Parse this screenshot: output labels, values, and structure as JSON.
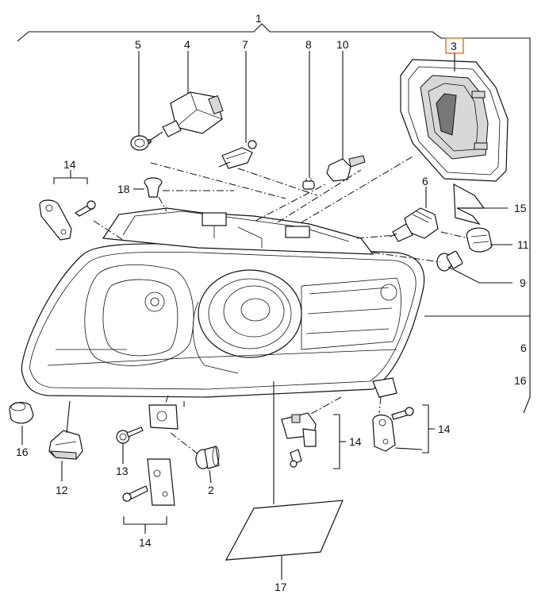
{
  "labels": {
    "l1": "1",
    "l2": "2",
    "l3": "3",
    "l4": "4",
    "l5": "5",
    "l6a": "6",
    "l6b": "6",
    "l7": "7",
    "l8": "8",
    "l9": "9",
    "l10": "10",
    "l11": "11",
    "l12": "12",
    "l13": "13",
    "l14a": "14",
    "l14b": "14",
    "l14c": "14",
    "l14d": "14",
    "l15": "15",
    "l16a": "16",
    "l16b": "16",
    "l17": "17",
    "l18": "18"
  },
  "colors": {
    "line": "#111111",
    "highlight_box": "#e07b2a",
    "background": "#ffffff"
  }
}
